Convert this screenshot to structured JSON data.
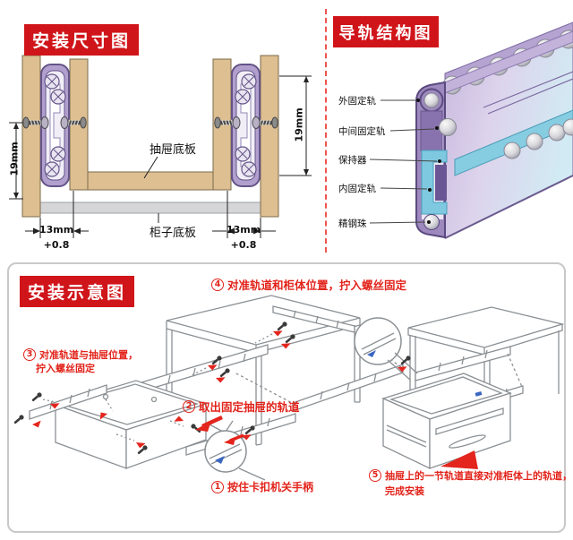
{
  "colors": {
    "badge_red": "#d0151a",
    "step_red": "#e2241b",
    "separator_red": "#ef5350",
    "wood_tan": "#ddbf92",
    "rail_purple": "#b1a0ce",
    "rail_cyan": "#7fc9e0",
    "handle_blue": "#3a66c0",
    "lineart_gray": "#8b9094"
  },
  "dimension_panel": {
    "title": "安装尺寸图",
    "dim_19_left": "19mm",
    "dim_19_right": "19mm",
    "dim_13_left": "13mm",
    "tol_13_left": "+0.8",
    "dim_13_right": "13mm",
    "tol_13_right": "+0.8",
    "label_drawer_bottom": "抽屉底板",
    "label_cabinet_bottom": "柜子底板"
  },
  "structure_panel": {
    "title": "导轨结构图",
    "labels": [
      "外固定轨",
      "中间固定轨",
      "保持器",
      "内固定轨",
      "精钢珠"
    ]
  },
  "installation_panel": {
    "title": "安装示意图",
    "step1": {
      "num": "1",
      "text": "按住卡扣机关手柄"
    },
    "step2": {
      "num": "2",
      "text": "取出固定抽屉的轨道"
    },
    "step3": {
      "num": "3",
      "line1": "对准轨道与抽屉位置，",
      "line2": "拧入螺丝固定"
    },
    "step4": {
      "num": "4",
      "text": "对准轨道和柜体位置，拧入螺丝固定"
    },
    "step5": {
      "num": "5",
      "line1": "抽屉上的一节轨道直接对准柜体上的轨道，",
      "line2": "完成安装"
    }
  }
}
